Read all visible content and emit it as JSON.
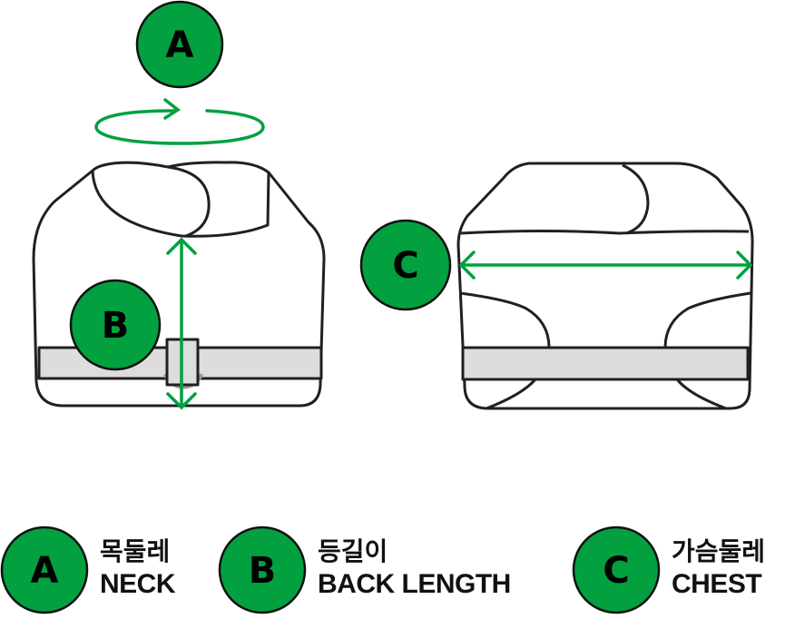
{
  "colors": {
    "accent": "#03a040",
    "outline": "#231f20",
    "band": "#dcdddc",
    "ring": "#9a9a9a"
  },
  "badges": {
    "a": "A",
    "b": "B",
    "c": "C"
  },
  "legend": [
    {
      "letter": "A",
      "korean": "목둘레",
      "english": "NECK"
    },
    {
      "letter": "B",
      "korean": "등길이",
      "english": "BACK LENGTH"
    },
    {
      "letter": "C",
      "korean": "가슴둘레",
      "english": "CHEST"
    }
  ]
}
